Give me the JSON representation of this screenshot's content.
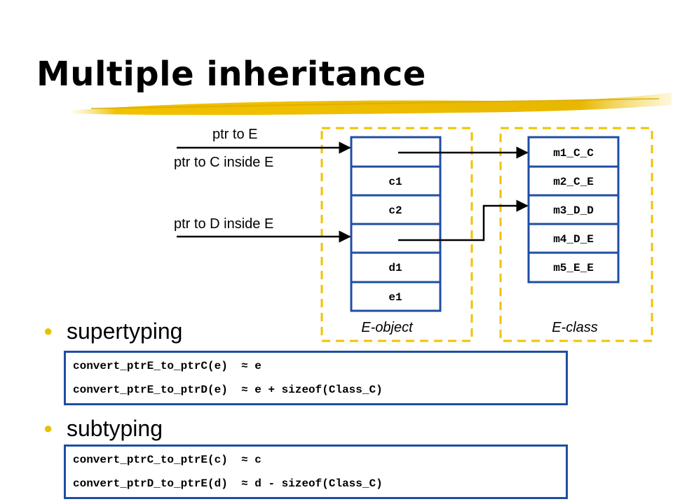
{
  "title": "Multiple inheritance",
  "pointers": {
    "ptr_e": "ptr to E",
    "ptr_c": "ptr to C inside E",
    "ptr_d": "ptr to D inside E"
  },
  "object": {
    "caption": "E-object",
    "cells": [
      "",
      "c1",
      "c2",
      "",
      "d1",
      "e1"
    ]
  },
  "class": {
    "caption": "E-class",
    "cells": [
      "m1_C_C",
      "m2_C_E",
      "m3_D_D",
      "m4_D_E",
      "m5_E_E"
    ]
  },
  "supertyping": {
    "label": "supertyping",
    "lines": [
      "convert_ptrE_to_ptrC(e)  ≈ e",
      "convert_ptrE_to_ptrD(e)  ≈ e + sizeof(Class_C)"
    ]
  },
  "subtyping": {
    "label": "subtyping",
    "lines": [
      "convert_ptrC_to_ptrE(c)  ≈ c",
      "convert_ptrD_to_ptrE(d)  ≈ d - sizeof(Class_C)"
    ]
  },
  "colors": {
    "accent": "#1f4ea3",
    "highlight": "#f2c200",
    "dash": "#f2c200"
  }
}
